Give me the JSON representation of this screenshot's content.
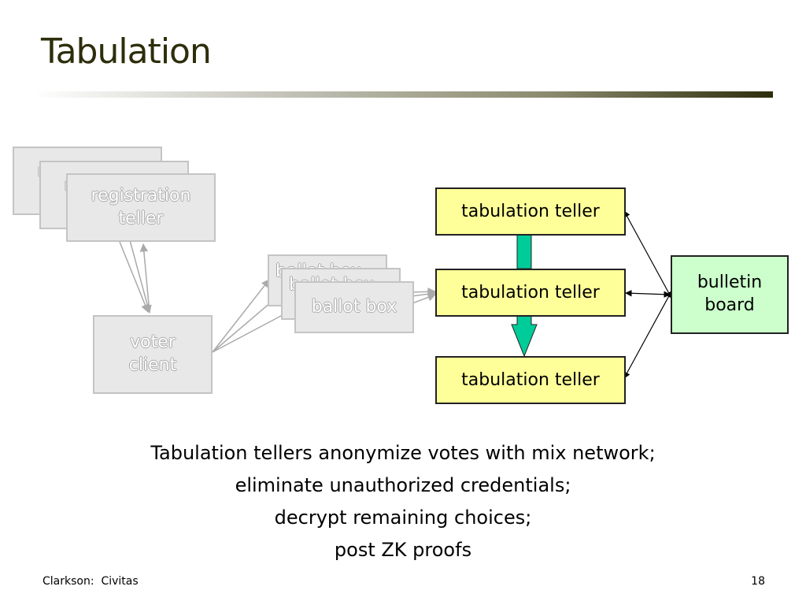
{
  "slide": {
    "title": "Tabulation",
    "footer_left": "Clarkson:  Civitas",
    "page_number": "18"
  },
  "diagram": {
    "registration_tellers": [
      {
        "label": "registration teller"
      },
      {
        "label": "registration teller"
      },
      {
        "label_line1": "registration",
        "label_line2": "teller"
      }
    ],
    "voter_client": {
      "line1": "voter",
      "line2": "client"
    },
    "ballot_boxes": [
      {
        "label": "ballot box"
      },
      {
        "label": "ballot box"
      },
      {
        "label": "ballot box"
      }
    ],
    "tabulation_tellers": [
      {
        "label": "tabulation teller"
      },
      {
        "label": "tabulation teller"
      },
      {
        "label": "tabulation teller"
      }
    ],
    "bulletin_board": {
      "line1": "bulletin",
      "line2": "board"
    },
    "colors": {
      "teller_fill": "#ffff99",
      "board_fill": "#ccffcc",
      "mix_arrow": "#00cc99",
      "ghost_fill": "#e8e8e8"
    }
  },
  "caption": {
    "lines": [
      "Tabulation tellers anonymize votes with mix network;",
      "eliminate unauthorized credentials;",
      "decrypt remaining choices;",
      "post ZK proofs"
    ]
  }
}
